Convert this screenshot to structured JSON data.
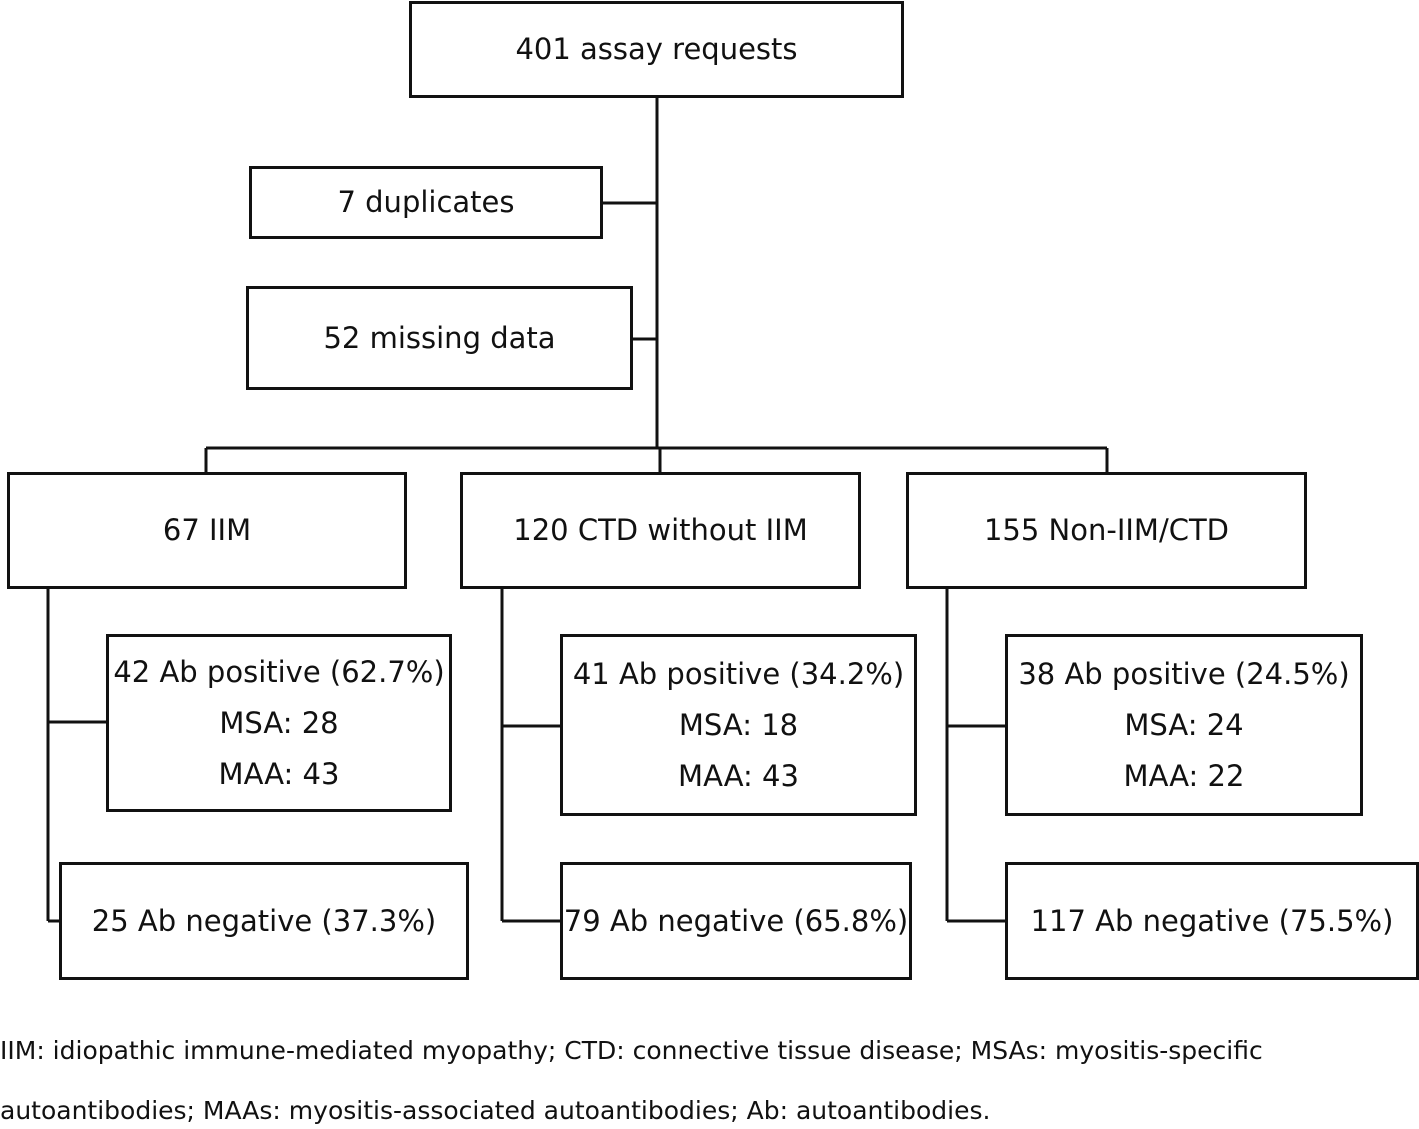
{
  "top": {
    "label": "401 assay requests"
  },
  "exclusions": {
    "duplicates": "7 duplicates",
    "missing": "52 missing data"
  },
  "groups": [
    {
      "title": "67 IIM",
      "positive": {
        "label": "42 Ab positive (62.7%)",
        "msa": "MSA: 28",
        "maa": "MAA: 43"
      },
      "negative": "25 Ab negative (37.3%)"
    },
    {
      "title": "120 CTD without IIM",
      "positive": {
        "label": "41 Ab positive (34.2%)",
        "msa": "MSA: 18",
        "maa": "MAA: 43"
      },
      "negative": "79 Ab negative (65.8%)"
    },
    {
      "title": "155 Non-IIM/CTD",
      "positive": {
        "label": "38 Ab positive (24.5%)",
        "msa": "MSA: 24",
        "maa": "MAA: 22"
      },
      "negative": "117 Ab negative (75.5%)"
    }
  ],
  "footnote": {
    "line1": "IIM: idiopathic immune-mediated myopathy; CTD: connective tissue disease; MSAs: myositis-specific",
    "line2": "autoantibodies; MAAs: myositis-associated autoantibodies; Ab: autoantibodies."
  }
}
